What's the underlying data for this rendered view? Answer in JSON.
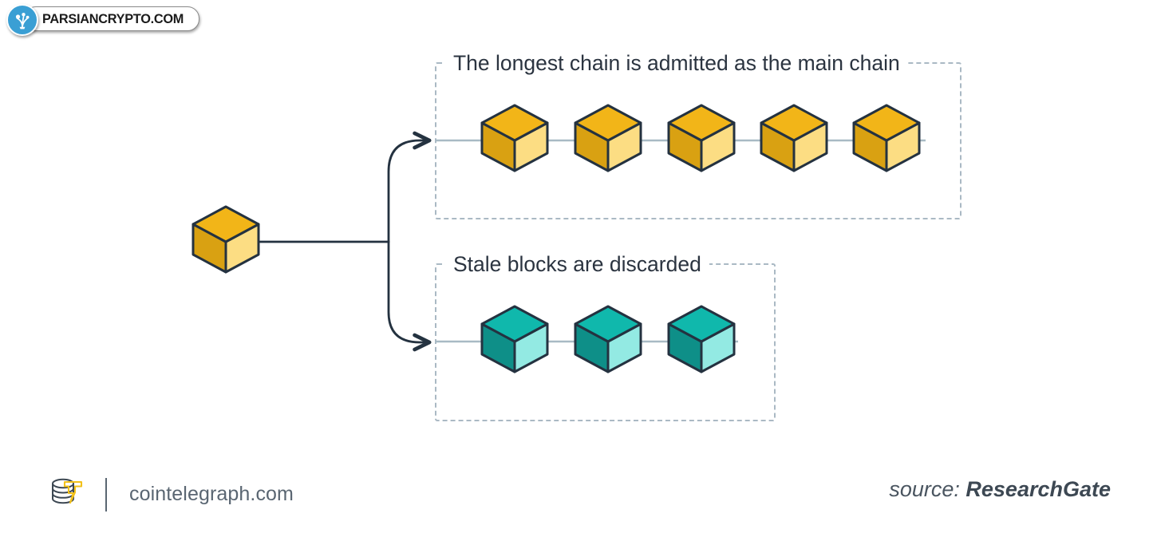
{
  "watermark": {
    "text": "PARSIANCRYPTO.COM",
    "icon": "parsiancrypto-logo-icon",
    "badge_color": "#3a9fd4"
  },
  "diagram": {
    "title_main_chain": "The longest chain is admitted as the main chain",
    "title_stale": "Stale blocks are discarded",
    "genesis_block": {
      "name": "genesis-block",
      "colors": {
        "top": "#F2B518",
        "left": "#D9A112",
        "right": "#FCDD83"
      }
    },
    "main_chain": {
      "block_count": 5,
      "colors": {
        "top": "#F2B518",
        "left": "#D9A112",
        "right": "#FCDD83"
      },
      "connector_color": "#A8BAC4"
    },
    "stale_chain": {
      "block_count": 3,
      "colors": {
        "top": "#10B8AC",
        "left": "#0E8F88",
        "right": "#93EAE3"
      },
      "connector_color": "#A8BAC4"
    },
    "connector": {
      "stroke": "#243240",
      "arrow_name": "branch-arrow"
    },
    "box_border_color": "#AAB9C4"
  },
  "footer": {
    "logo_icon": "cointelegraph-logo-icon",
    "site": "cointelegraph.com",
    "source_label": "source:",
    "source_name": "ResearchGate"
  }
}
